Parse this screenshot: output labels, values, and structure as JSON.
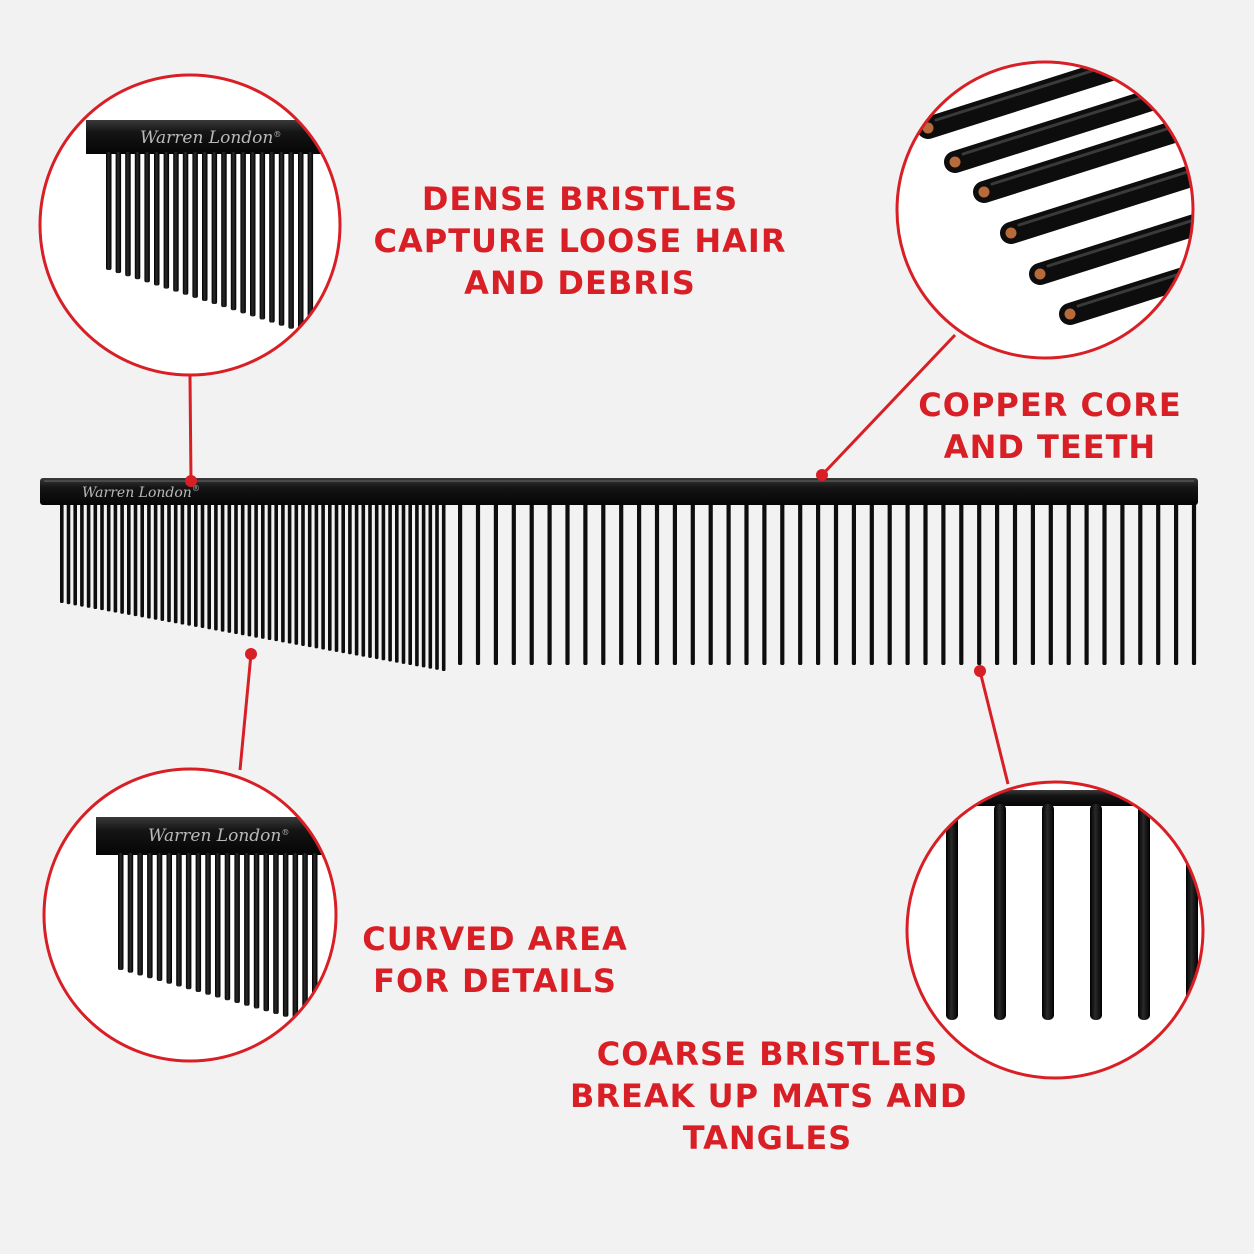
{
  "brand": {
    "name": "Warren London",
    "trademark": "®"
  },
  "callouts": {
    "dense": {
      "lines": [
        "DENSE BRISTLES",
        "CAPTURE LOOSE HAIR",
        "AND DEBRIS"
      ]
    },
    "copper": {
      "lines": [
        "COPPER CORE",
        "AND TEETH"
      ]
    },
    "curved": {
      "lines": [
        "CURVED AREA",
        "FOR DETAILS"
      ]
    },
    "coarse": {
      "lines": [
        "COARSE BRISTLES",
        "BREAK UP MATS AND",
        "TANGLES"
      ]
    }
  },
  "colors": {
    "accent": "#d81f26",
    "comb": "#0d0d0d",
    "background": "#f2f2f2",
    "copper": "#b86b3a"
  }
}
